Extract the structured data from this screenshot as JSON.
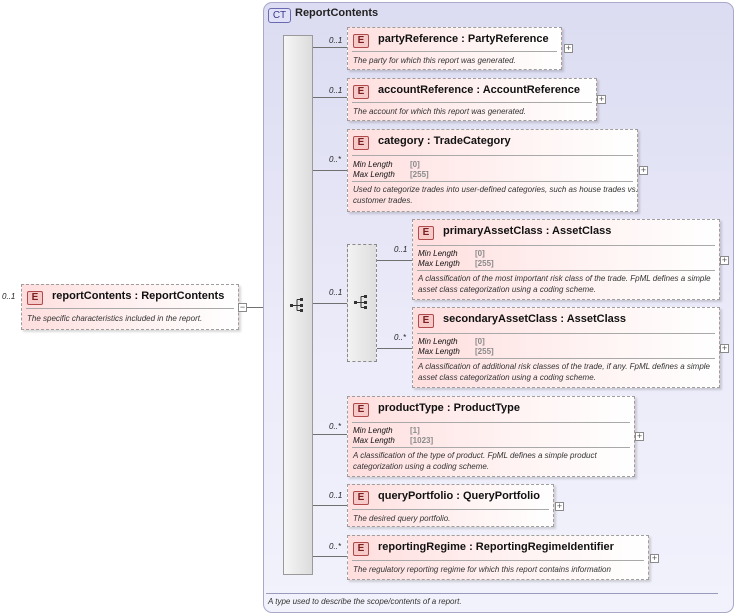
{
  "root": {
    "cardinality": "0..1",
    "badge": "E",
    "title": "reportContents : ReportContents",
    "description": "The specific characteristics included in the report.",
    "collapse_glyph": "−"
  },
  "complex_type": {
    "badge": "CT",
    "title": "ReportContents",
    "footer": "A type used to describe the scope/contents of a report."
  },
  "icons": {
    "sequence": "sequence-icon",
    "expand": "plus-icon"
  },
  "expand_glyph": "+",
  "children": [
    {
      "cardinality": "0..1",
      "badge": "E",
      "title": "partyReference : PartyReference",
      "description": "The party for which this report was generated."
    },
    {
      "cardinality": "0..1",
      "badge": "E",
      "title": "accountReference : AccountReference",
      "description": "The account for which this report was generated."
    },
    {
      "cardinality": "0..*",
      "badge": "E",
      "title": "category : TradeCategory",
      "facets": [
        {
          "label": "Min Length",
          "value": "[0]"
        },
        {
          "label": "Max Length",
          "value": "[255]"
        }
      ],
      "description": "Used to categorize trades into user-defined categories, such as house trades vs. customer trades."
    },
    {
      "cardinality": "0..1",
      "badge": "E",
      "title": "primaryAssetClass : AssetClass",
      "facets": [
        {
          "label": "Min Length",
          "value": "[0]"
        },
        {
          "label": "Max Length",
          "value": "[255]"
        }
      ],
      "description": "A classification of the most important risk class of the trade. FpML defines a simple asset class categorization using a coding scheme."
    },
    {
      "cardinality": "0..*",
      "badge": "E",
      "title": "secondaryAssetClass : AssetClass",
      "facets": [
        {
          "label": "Min Length",
          "value": "[0]"
        },
        {
          "label": "Max Length",
          "value": "[255]"
        }
      ],
      "description": "A classification of additional risk classes of the trade, if any. FpML defines a simple asset class categorization using a coding scheme."
    },
    {
      "cardinality": "0..*",
      "badge": "E",
      "title": "productType : ProductType",
      "facets": [
        {
          "label": "Min Length",
          "value": "[1]"
        },
        {
          "label": "Max Length",
          "value": "[1023]"
        }
      ],
      "description": "A classification of the type of product. FpML defines a simple product categorization using a coding scheme."
    },
    {
      "cardinality": "0..1",
      "badge": "E",
      "title": "queryPortfolio : QueryPortfolio",
      "description": "The desired query portfolio."
    },
    {
      "cardinality": "0..*",
      "badge": "E",
      "title": "reportingRegime : ReportingRegimeIdentifier",
      "description": "The regulatory reporting regime for which this report contains information"
    }
  ],
  "inner_sequence_cardinality": "0..1"
}
